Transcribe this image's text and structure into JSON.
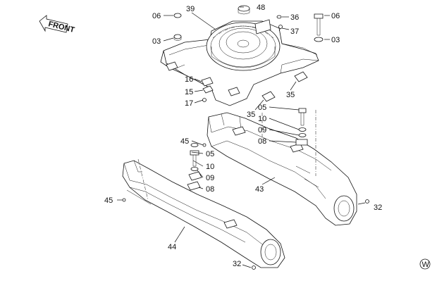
{
  "front_label": "FRONT",
  "watermark": "W",
  "callouts": {
    "c06a": "06",
    "c06b": "06",
    "c39": "39",
    "c48": "48",
    "c36": "36",
    "c37": "37",
    "c03a": "03",
    "c03b": "03",
    "c16": "16",
    "c15": "15",
    "c17": "17",
    "c35a": "35",
    "c35b": "35",
    "c05a": "05",
    "c10a": "10",
    "c09a": "09",
    "c08a": "08",
    "c45a": "45",
    "c05b": "05",
    "c10b": "10",
    "c09b": "09",
    "c08b": "08",
    "c43": "43",
    "c45b": "45",
    "c32a": "32",
    "c44": "44",
    "c32b": "32"
  }
}
